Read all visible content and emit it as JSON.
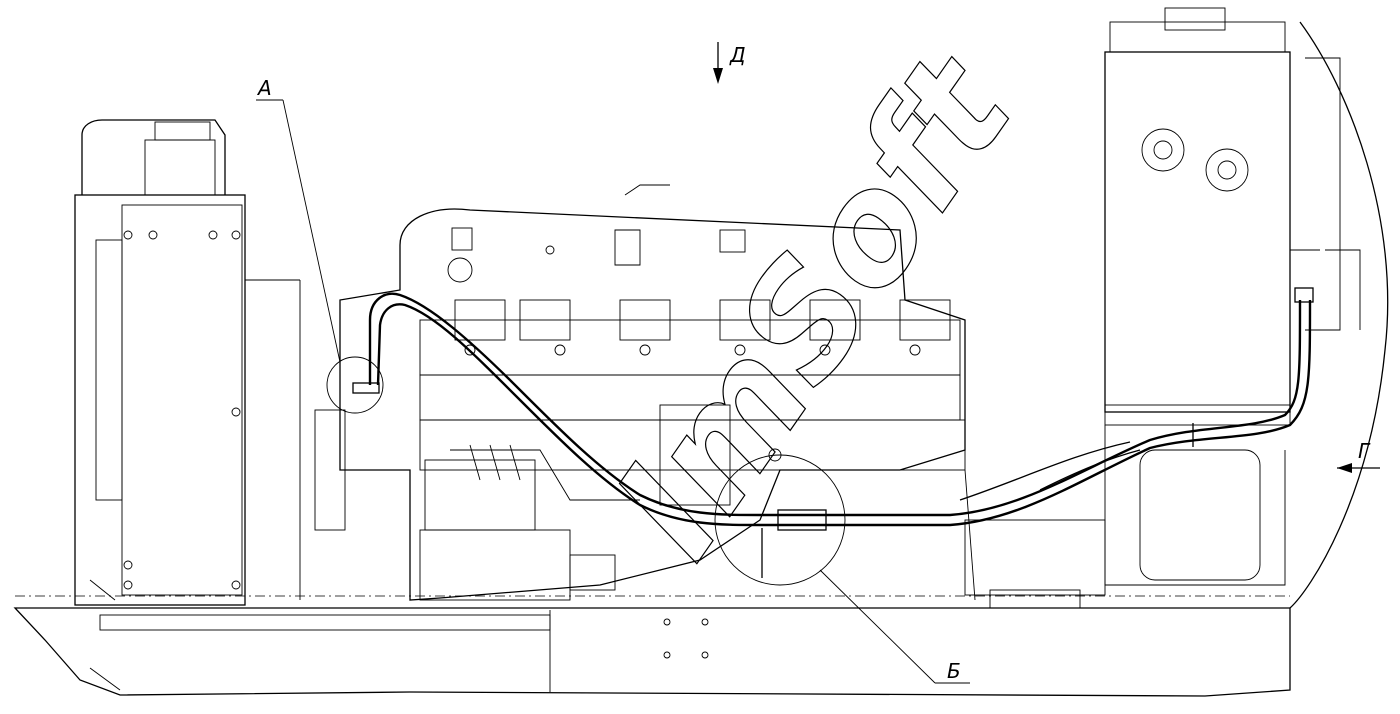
{
  "labels": {
    "a": "А",
    "b": "Б",
    "g": "Г",
    "d": "Д"
  },
  "watermark": {
    "text": "ImSoft"
  }
}
